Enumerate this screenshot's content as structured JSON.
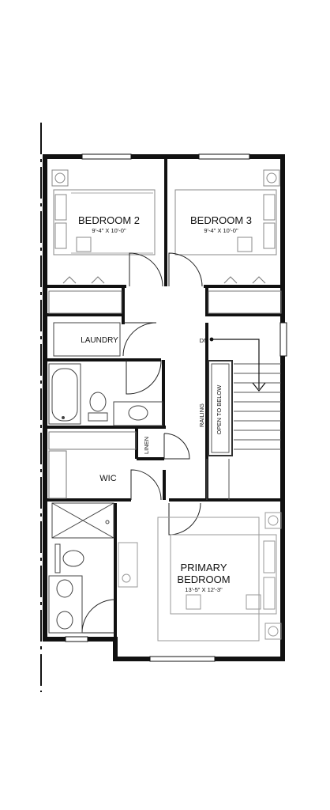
{
  "rooms": {
    "bedroom2": {
      "name": "BEDROOM 2",
      "dims": "9'-4\" X 10'-0\""
    },
    "bedroom3": {
      "name": "BEDROOM 3",
      "dims": "9'-4\" X 10'-0\""
    },
    "laundry": {
      "name": "LAUNDRY"
    },
    "wic": {
      "name": "WIC"
    },
    "linen": {
      "name": "LINEN"
    },
    "primary": {
      "name_line1": "PRIMARY",
      "name_line2": "BEDROOM",
      "dims": "13'-5\" X 12'-3\""
    }
  },
  "annotations": {
    "dn": "DN",
    "railing": "RAILING",
    "open_to_below": "OPEN TO BELOW"
  }
}
